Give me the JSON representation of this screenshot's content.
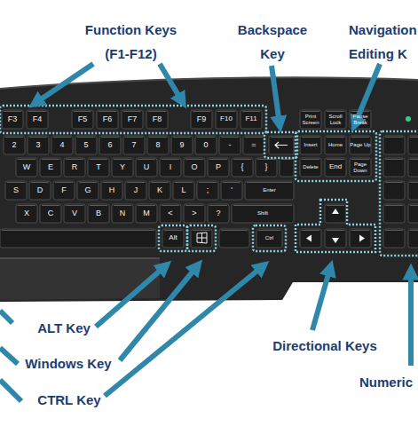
{
  "diagram": {
    "labels": [
      "Function Keys (F1-F12)",
      "Backspace Key",
      "Navigation Editing K",
      "ALT Key",
      "Windows Key",
      "CTRL Key",
      "Directional Keys",
      "Numeric",
      "F3",
      "F4",
      "F5",
      "F6",
      "F7",
      "F8",
      "F9",
      "F10",
      "F11",
      "Print Screen",
      "Scroll Lock",
      "Pause Break",
      "2",
      "3",
      "4",
      "5",
      "6",
      "7",
      "8",
      "9",
      "0",
      "-",
      "=",
      "W",
      "E",
      "R",
      "T",
      "Y",
      "U",
      "I",
      "O",
      "P",
      "{",
      "}",
      "S",
      "D",
      "F",
      "G",
      "H",
      "J",
      "K",
      "L",
      ";",
      "'",
      "Enter",
      "X",
      "C",
      "V",
      "B",
      "N",
      "M",
      "<",
      ">",
      "?",
      "Shift",
      "Alt",
      "Ctrl",
      "Insert",
      "Home",
      "Page Up",
      "Delete",
      "End",
      "Page Down"
    ]
  }
}
